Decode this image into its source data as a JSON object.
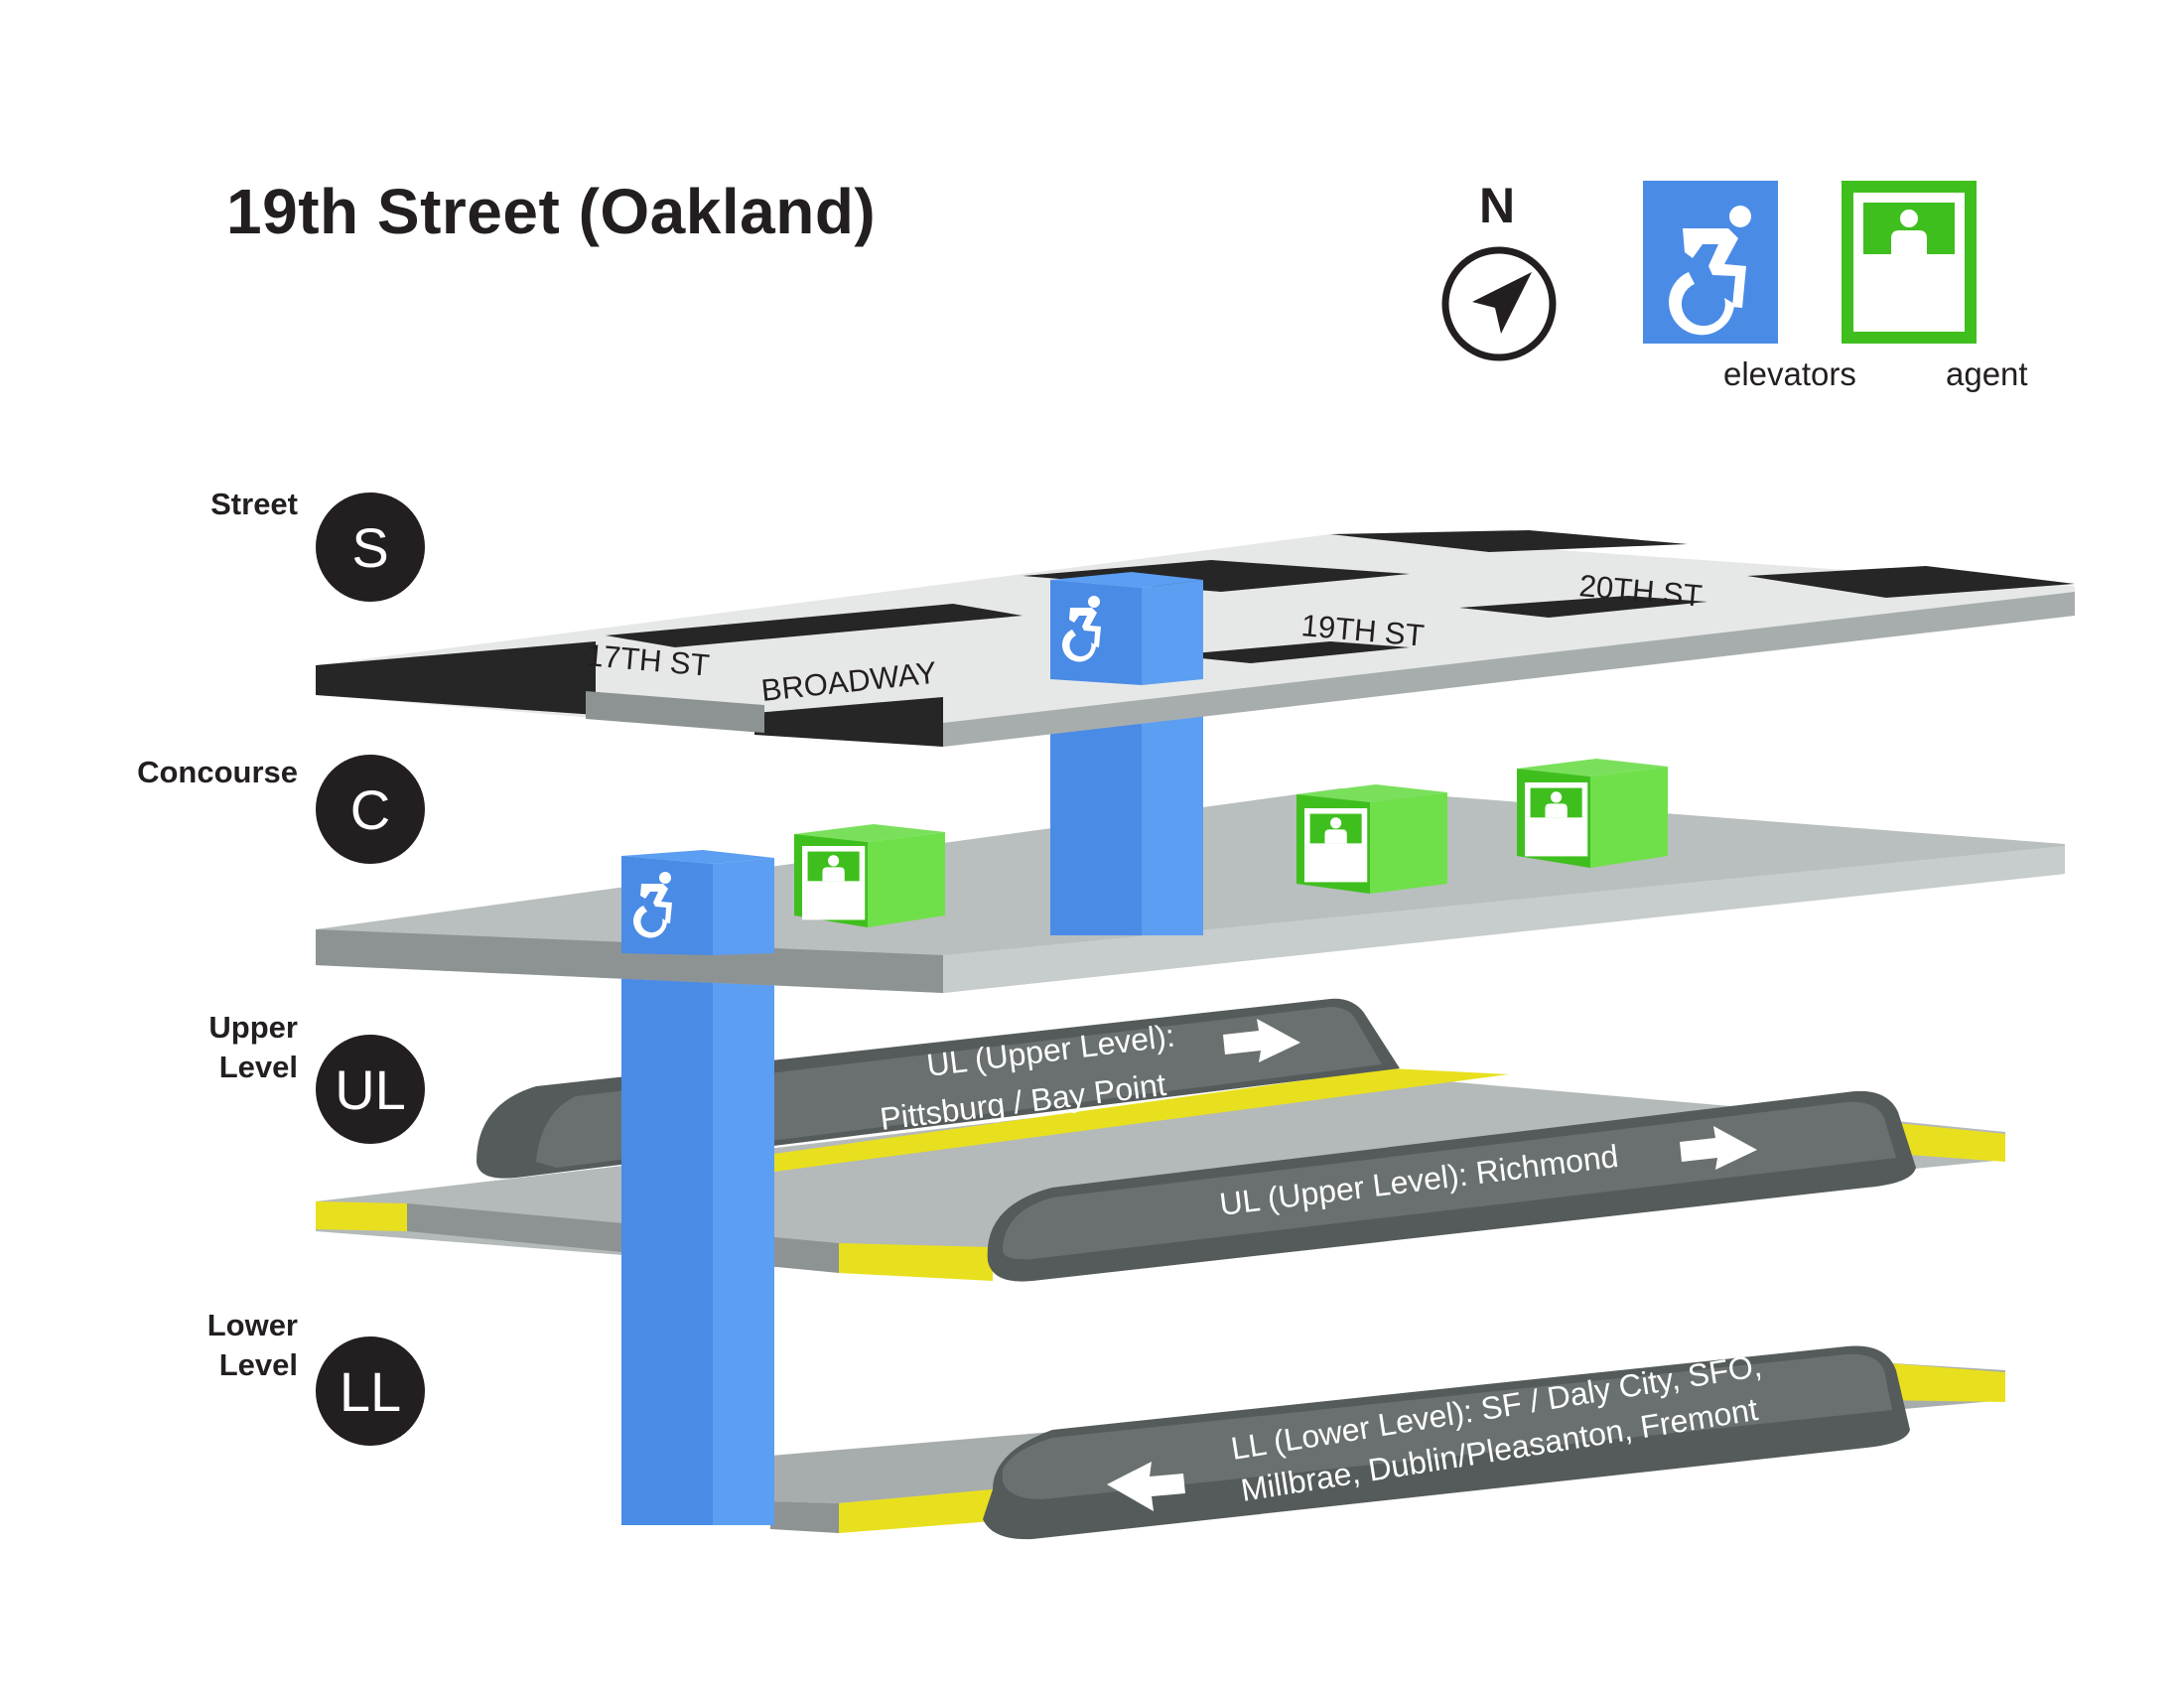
{
  "title": "19th Street (Oakland)",
  "legend": {
    "north_label": "N",
    "elevators_label": "elevators",
    "agent_label": "agent"
  },
  "levels": [
    {
      "label": "Street",
      "badge": "S"
    },
    {
      "label": "Concourse",
      "badge": "C"
    },
    {
      "label_line1": "Upper",
      "label_line2": "Level",
      "badge": "UL"
    },
    {
      "label_line1": "Lower",
      "label_line2": "Level",
      "badge": "LL"
    }
  ],
  "streets": {
    "s17": "17TH ST",
    "broadway": "BROADWAY",
    "s19": "19TH ST",
    "s20": "20TH ST"
  },
  "platforms": {
    "ul_pittsburg_line1": "UL (Upper Level):",
    "ul_pittsburg_line2": "Pittsburg / Bay Point",
    "ul_richmond": "UL (Upper Level): Richmond",
    "ll_line1": "LL (Lower Level): SF / Daly City, SFO,",
    "ll_line2": "Millbrae, Dublin/Pleasanton, Fremont"
  },
  "colors": {
    "elevator_blue": "#4a8be6",
    "agent_green": "#5fd640",
    "badge_black": "#231f20",
    "platform_yellow": "#e8e01e",
    "train_gray": "#555b5b"
  }
}
